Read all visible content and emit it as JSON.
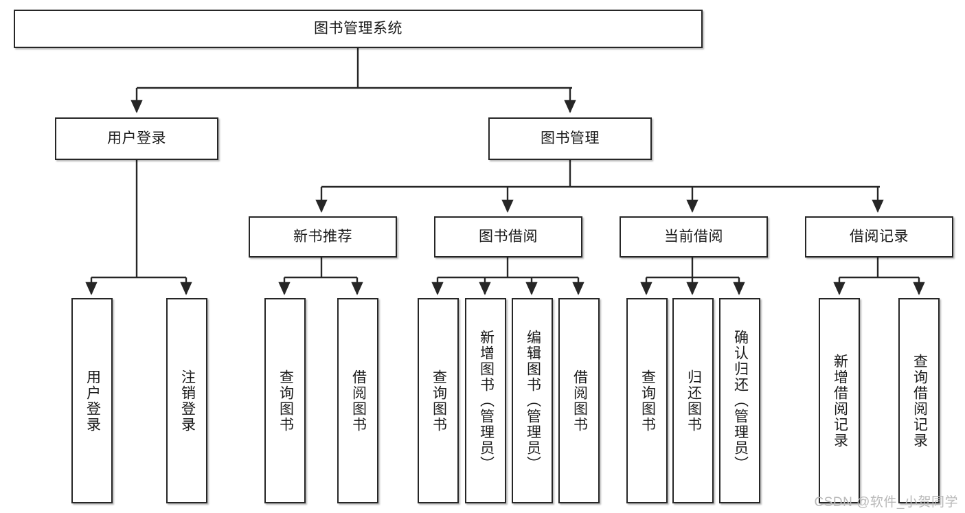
{
  "diagram": {
    "title": "图书管理系统",
    "type": "tree",
    "watermark": "CSDN @软件_小贺同学",
    "stroke_color": "#262626",
    "fill_color": "#ffffff",
    "text_color": "#1a1a1a",
    "watermark_color": "#b9b9b9"
  },
  "nodes": {
    "root": {
      "label": "图书管理系统",
      "level": 0,
      "orientation": "horizontal"
    },
    "l1": [
      {
        "label": "用户登录",
        "level": 1,
        "orientation": "horizontal"
      },
      {
        "label": "图书管理",
        "level": 1,
        "orientation": "horizontal"
      }
    ],
    "l2": [
      {
        "label": "新书推荐",
        "level": 2,
        "orientation": "horizontal"
      },
      {
        "label": "图书借阅",
        "level": 2,
        "orientation": "horizontal"
      },
      {
        "label": "当前借阅",
        "level": 2,
        "orientation": "horizontal"
      },
      {
        "label": "借阅记录",
        "level": 2,
        "orientation": "horizontal"
      }
    ],
    "leaves": {
      "user_login": [
        {
          "label": "用户登录",
          "level": 2,
          "orientation": "vertical"
        },
        {
          "label": "注销登录",
          "level": 2,
          "orientation": "vertical"
        }
      ],
      "new_book": [
        {
          "label": "查询图书",
          "level": 3,
          "orientation": "vertical"
        },
        {
          "label": "借阅图书",
          "level": 3,
          "orientation": "vertical"
        }
      ],
      "book_borrow": [
        {
          "label": "查询图书",
          "level": 3,
          "orientation": "vertical"
        },
        {
          "label": "新增图书（管理员）",
          "level": 3,
          "orientation": "vertical"
        },
        {
          "label": "编辑图书（管理员）",
          "level": 3,
          "orientation": "vertical"
        },
        {
          "label": "借阅图书",
          "level": 3,
          "orientation": "vertical"
        }
      ],
      "current_borrow": [
        {
          "label": "查询图书",
          "level": 3,
          "orientation": "vertical"
        },
        {
          "label": "归还图书",
          "level": 3,
          "orientation": "vertical"
        },
        {
          "label": "确认归还（管理员）",
          "level": 3,
          "orientation": "vertical"
        }
      ],
      "borrow_record": [
        {
          "label": "新增借阅记录",
          "level": 3,
          "orientation": "vertical"
        },
        {
          "label": "查询借阅记录",
          "level": 3,
          "orientation": "vertical"
        }
      ]
    }
  }
}
